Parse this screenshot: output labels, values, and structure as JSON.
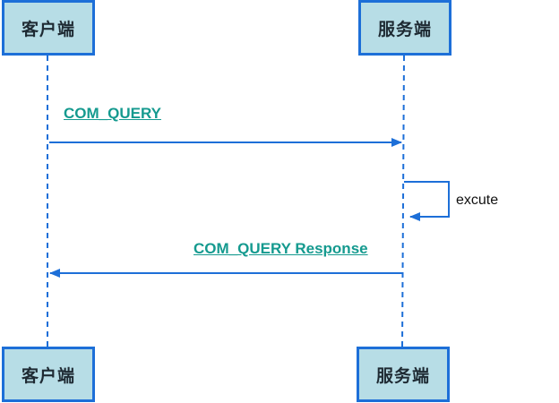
{
  "participants": {
    "client": "客户端",
    "server": "服务端"
  },
  "messages": [
    {
      "label": "COM_QUERY",
      "from": "client",
      "to": "server"
    },
    {
      "label": "excute",
      "from": "server",
      "to": "server"
    },
    {
      "label": "COM_QUERY Response",
      "from": "server",
      "to": "client"
    }
  ],
  "colors": {
    "box_fill": "#b7dde6",
    "box_border": "#1d6fd8",
    "line": "#1d6fd8",
    "message_label": "#159a8f"
  }
}
